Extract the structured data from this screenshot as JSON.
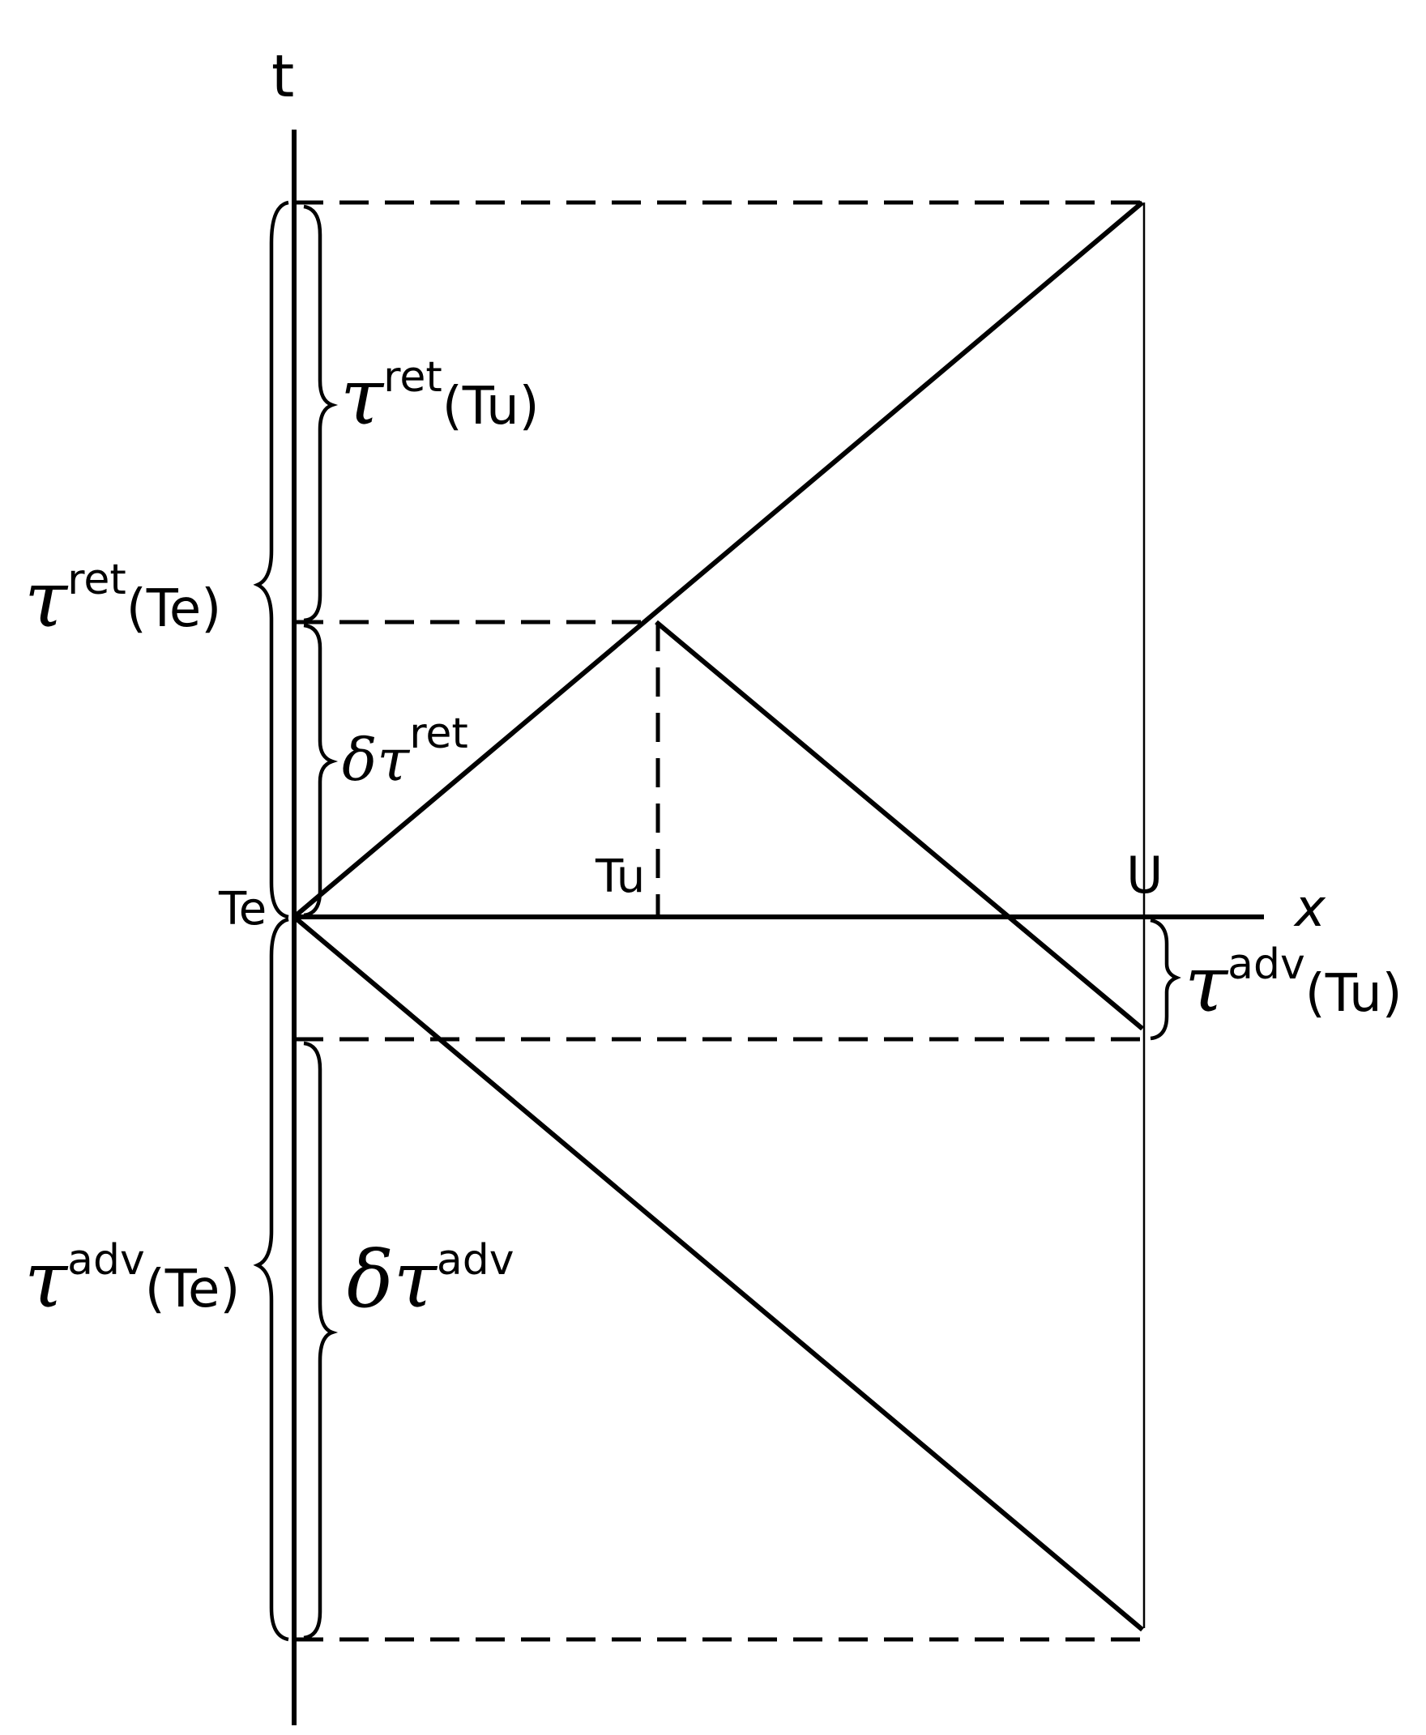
{
  "axes": {
    "t_label": "t",
    "x_label": "x"
  },
  "points": {
    "Te": "Te",
    "Tu": "Tu",
    "U": "U"
  },
  "labels": {
    "tau_ret_Tu": {
      "symbol": "τ",
      "sup": "ret",
      "arg": "(Tu)"
    },
    "tau_ret_Te": {
      "symbol": "τ",
      "sup": "ret",
      "arg": "(Te)"
    },
    "delta_tau_ret": {
      "symbol": "δτ",
      "sup": "ret"
    },
    "tau_adv_Tu": {
      "symbol": "τ",
      "sup": "adv",
      "arg": "(Tu)"
    },
    "tau_adv_Te": {
      "symbol": "τ",
      "sup": "adv",
      "arg": "(Te)"
    },
    "delta_tau_adv": {
      "symbol": "δτ",
      "sup": "adv"
    }
  }
}
